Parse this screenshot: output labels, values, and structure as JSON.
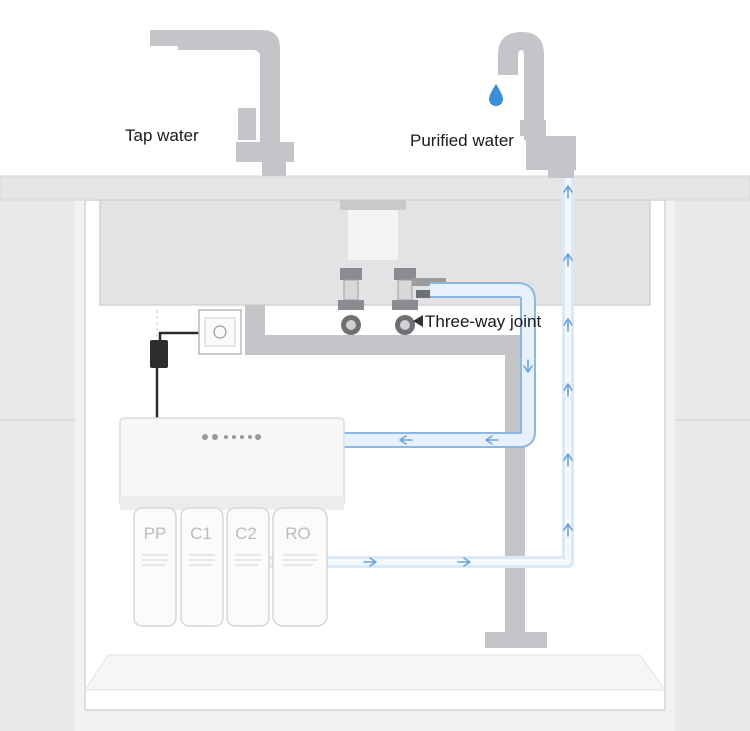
{
  "labels": {
    "tap_water": "Tap water",
    "purified_water": "Purified water",
    "three_way_joint": "Three-way joint"
  },
  "filters": [
    {
      "code": "PP"
    },
    {
      "code": "C1"
    },
    {
      "code": "C2"
    },
    {
      "code": "RO"
    }
  ],
  "icons": {
    "joint_pointer": "triangle-left-icon",
    "water_drop": "water-drop-icon",
    "flow_arrow": "arrow-icon",
    "power_outlet": "power-outlet-icon"
  },
  "colors": {
    "tap_pipe": "#c3c5c8",
    "purified_line": "#cfe3f5",
    "flow_arrow": "#6da3d4",
    "water_drop": "#3b8ed8",
    "cabinet": "#f0f0f1"
  }
}
